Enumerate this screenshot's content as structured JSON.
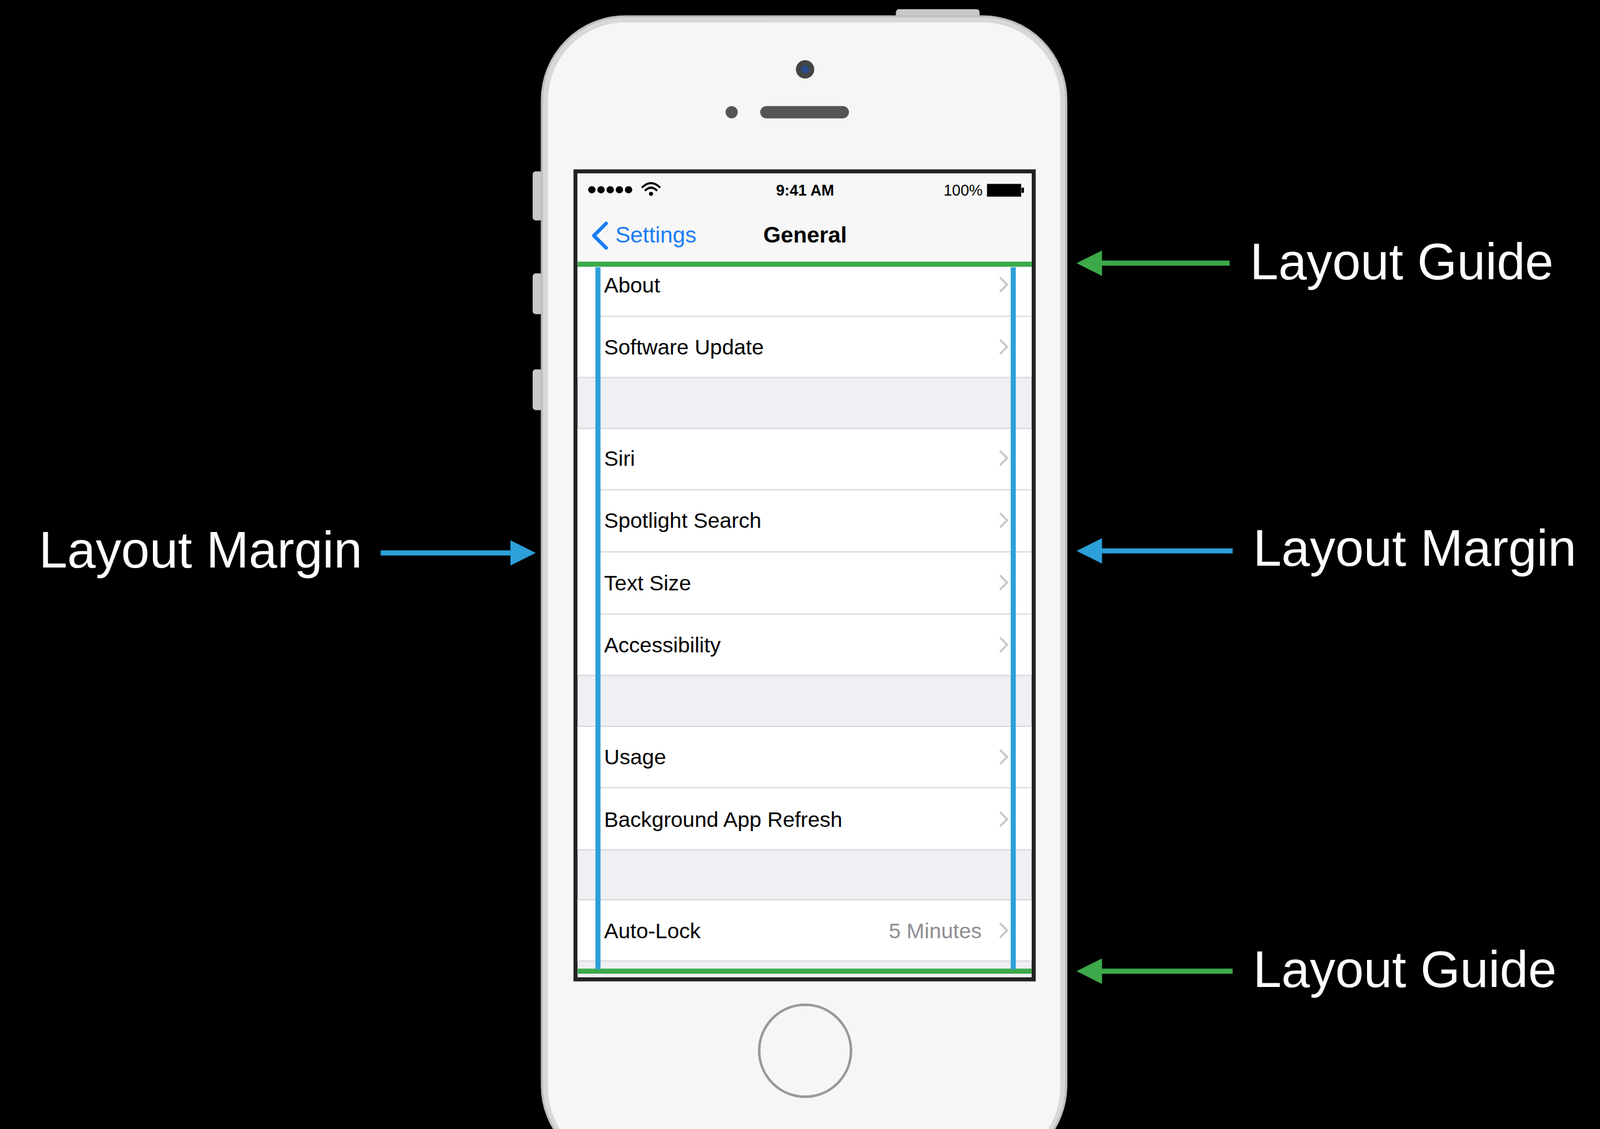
{
  "diagram": {
    "labels": [
      "9:41 AM",
      "100%",
      "Settings",
      "General",
      "About",
      "Software Update",
      "Siri",
      "Spotlight Search",
      "Text Size",
      "Accessibility",
      "Usage",
      "Background App Refresh",
      "Auto-Lock",
      "5 Minutes",
      "Layout Guide",
      "Layout Margin",
      "Layout Margin",
      "Layout Guide"
    ]
  }
}
